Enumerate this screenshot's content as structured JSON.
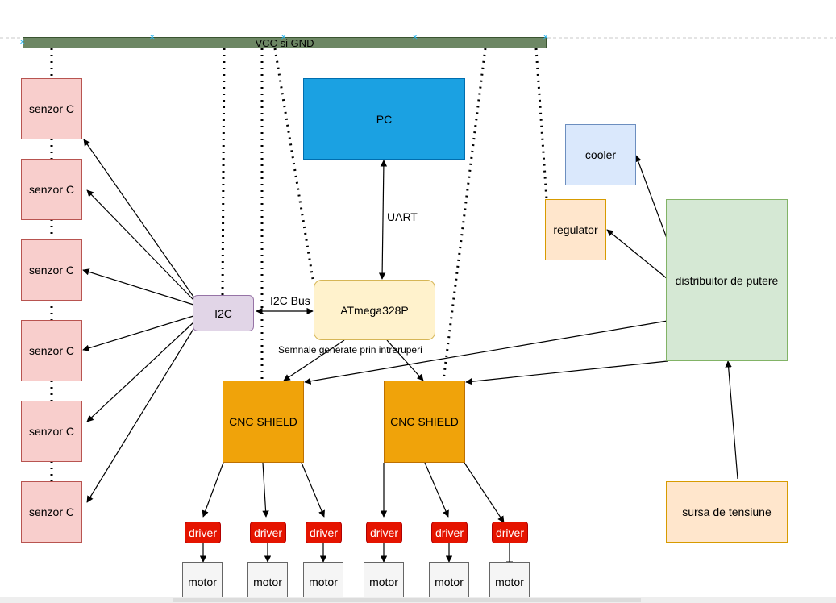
{
  "bus": {
    "label": "VCC si GND"
  },
  "pc": {
    "label": "PC"
  },
  "uart": {
    "label": "UART"
  },
  "i2c": {
    "label": "I2C"
  },
  "i2c_bus": {
    "label": "I2C Bus"
  },
  "mcu": {
    "label": "ATmega328P"
  },
  "interrupts": {
    "label": "Semnale generate prin intreruperi"
  },
  "sensors": [
    "senzor C",
    "senzor C",
    "senzor C",
    "senzor C",
    "senzor C",
    "senzor C"
  ],
  "shields": [
    "CNC SHIELD",
    "CNC SHIELD"
  ],
  "drivers": [
    "driver",
    "driver",
    "driver",
    "driver",
    "driver",
    "driver"
  ],
  "motors": [
    "motor",
    "motor",
    "motor",
    "motor",
    "motor",
    "motor"
  ],
  "cooler": {
    "label": "cooler"
  },
  "regulator": {
    "label": "regulator"
  },
  "distributor": {
    "label": "distribuitor de putere"
  },
  "supply": {
    "label": "sursa de tensiune"
  },
  "colors": {
    "bus": "#6d8764",
    "pc": "#1ba1e2",
    "i2c": "#e1d5e7",
    "mcu": "#fff2cc",
    "sensor": "#f8cecc",
    "shield": "#f0a30a",
    "driver": "#e51400",
    "motor": "#f5f5f5",
    "cooler": "#dae8fc",
    "regulator": "#ffe6cc",
    "distributor": "#d5e8d4",
    "supply": "#ffe6cc"
  }
}
